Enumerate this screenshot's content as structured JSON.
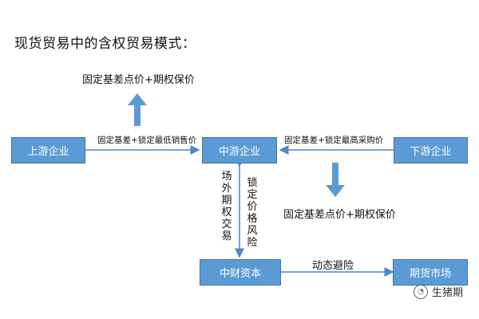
{
  "title": "现货贸易中的含权贸易模式：",
  "boxes": {
    "upstream": "上游企业",
    "middle": "中游企业",
    "downstream": "下游企业",
    "zhongcai": "中财资本",
    "futures": "期货市场"
  },
  "labels": {
    "top_option": "固定基差点价+期权保价",
    "up_mid": "固定基差+锁定最低销售价",
    "down_mid": "固定基差+锁定最高采购价",
    "bottom_option": "固定基差点价+期权保价",
    "otc_trade": "场外期权交易",
    "lock_price": "锁定价格风险",
    "dynamic_hedge": "动态避险"
  },
  "watermark": {
    "text": "生猪期",
    "icon": "wechat-icon"
  },
  "colors": {
    "box_fill": "#5b9bd5",
    "box_border": "#41719c",
    "arrow": "#4f86c6"
  }
}
